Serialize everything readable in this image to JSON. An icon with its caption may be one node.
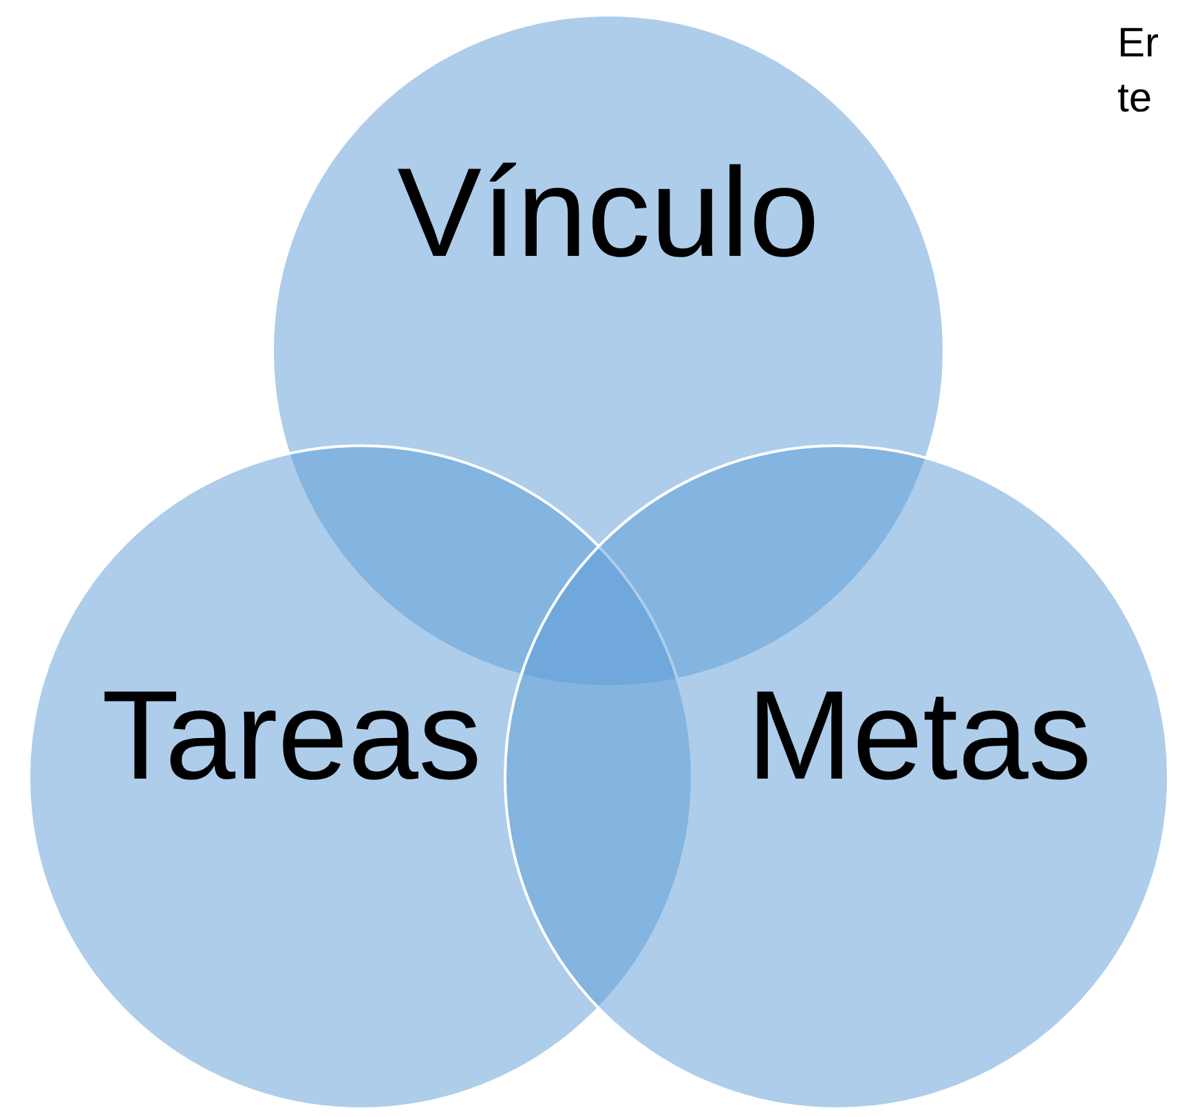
{
  "diagram": {
    "nodes": [
      {
        "text": [
          "Vínculo"
        ]
      },
      {
        "text": [
          "Tareas"
        ]
      },
      {
        "text": [
          "Metas"
        ]
      }
    ],
    "edges": [],
    "labels": [
      "Er te"
    ]
  }
}
